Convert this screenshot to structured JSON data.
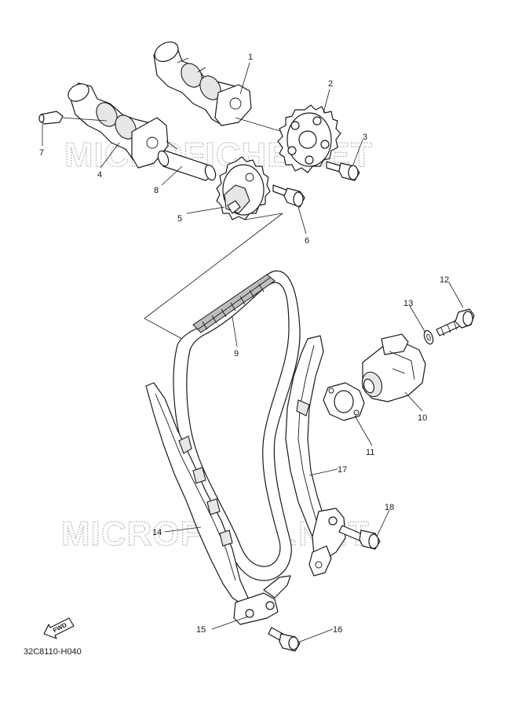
{
  "diagram": {
    "watermark": "MICROFICHE.NET",
    "fwd_label": "FWD",
    "drawing_code": "32C8110-H040",
    "callouts": [
      "1",
      "2",
      "3",
      "4",
      "5",
      "6",
      "7",
      "8",
      "9",
      "10",
      "11",
      "12",
      "13",
      "14",
      "15",
      "16",
      "17",
      "18"
    ]
  }
}
